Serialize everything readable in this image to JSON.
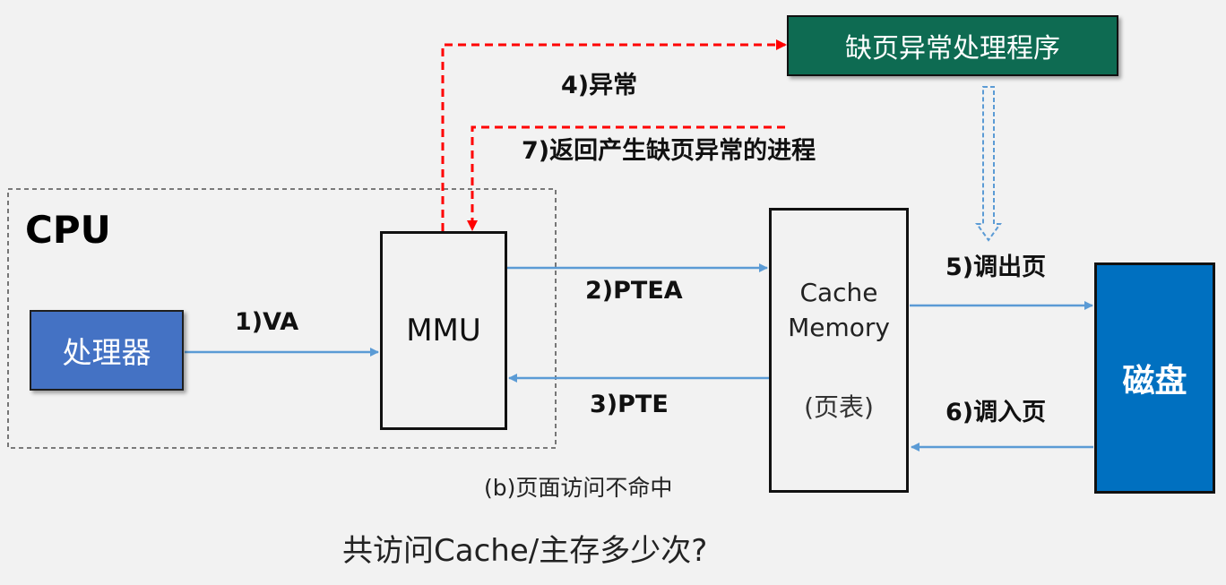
{
  "cpu_label": "CPU",
  "processor": "处理器",
  "mmu": "MMU",
  "cache_line1": "Cache",
  "cache_line2": "Memory",
  "cache_sub": "(页表)",
  "disk": "磁盘",
  "handler": "缺页异常处理程序",
  "steps": {
    "va": "1)VA",
    "ptea": "2)PTEA",
    "pte": "3)PTE",
    "exception": "4)异常",
    "page_out": "5)调出页",
    "page_in": "6)调入页",
    "return": "7)返回产生缺页异常的进程"
  },
  "caption": "(b)页面访问不命中",
  "question": "共访问Cache/主存多少次?",
  "colors": {
    "processor_fill": "#4472c4",
    "disk_fill": "#0070c0",
    "handler_fill": "#0e6b52",
    "arrow_blue": "#5b9bd5",
    "arrow_red": "#ff0000"
  }
}
